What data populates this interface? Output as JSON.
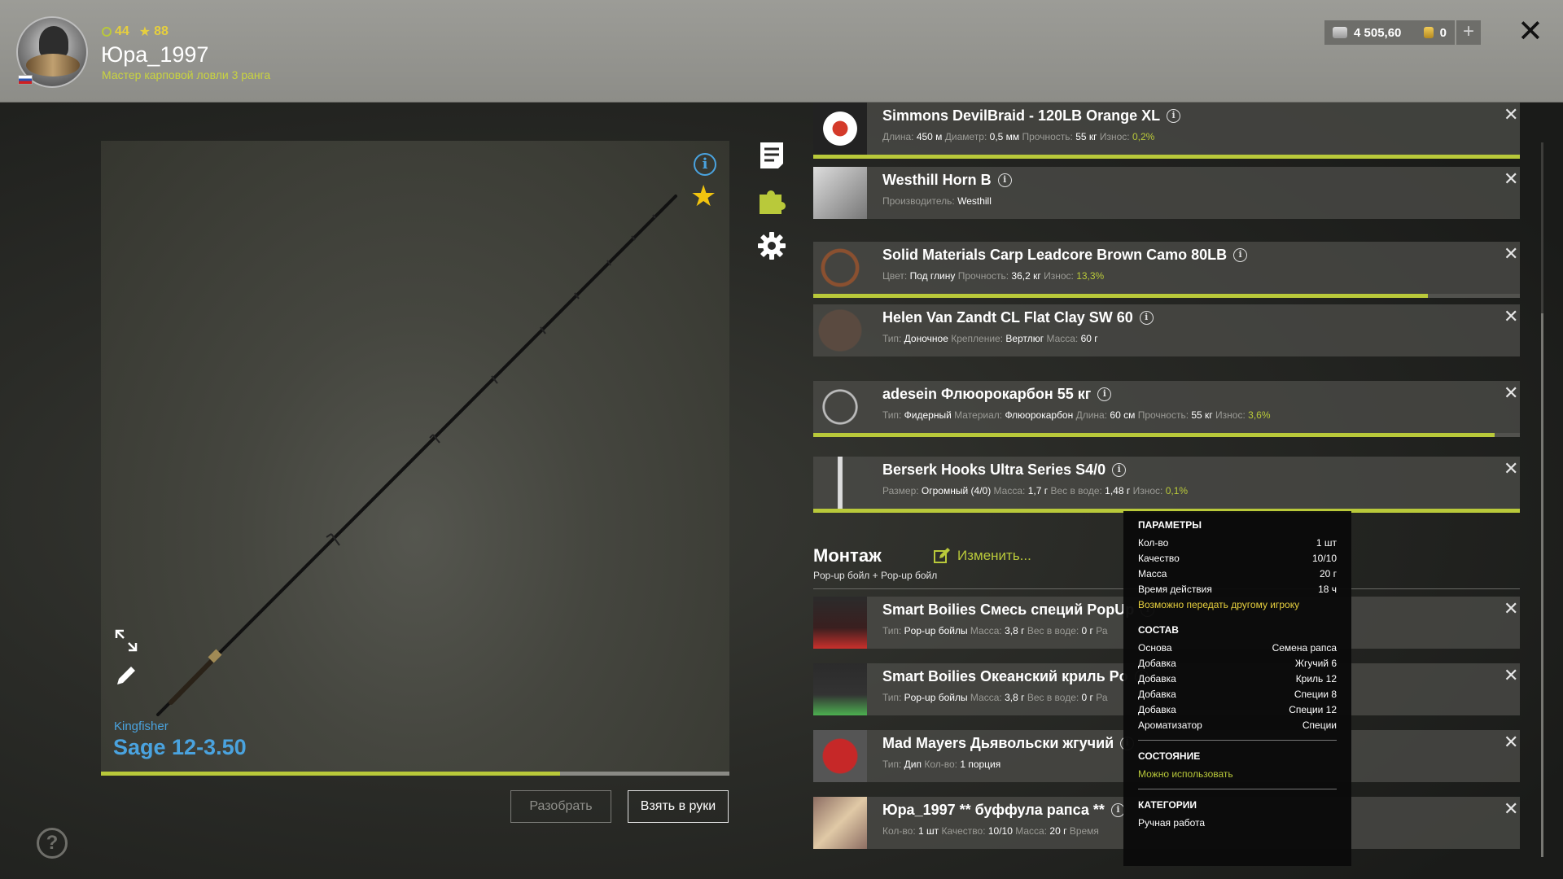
{
  "player": {
    "level": "44",
    "rank_level": "88",
    "name": "Юра_1997",
    "title": "Мастер карповой ловли 3 ранга"
  },
  "currency": {
    "silver": "4 505,60",
    "gold": "0",
    "plus": "+"
  },
  "rod": {
    "brand": "Kingfisher",
    "name": "Sage 12-3.50",
    "wear_fraction": 0.73
  },
  "buttons": {
    "disassemble": "Разобрать",
    "take": "Взять в руки"
  },
  "equipment": [
    {
      "name": "Simmons DevilBraid - 120LB Orange XL",
      "props": [
        {
          "k": "Длина:",
          "v": "450 м"
        },
        {
          "k": "Диаметр:",
          "v": "0,5 мм"
        },
        {
          "k": "Прочность:",
          "v": "55 кг"
        },
        {
          "k": "Износ:",
          "v": "0,2%",
          "green": true
        }
      ],
      "bar": 1.0
    },
    {
      "name": "Westhill Horn B",
      "props": [
        {
          "k": "Производитель:",
          "v": "Westhill"
        }
      ]
    },
    {
      "name": "Solid Materials Carp Leadcore Brown Camo 80LB",
      "props": [
        {
          "k": "Цвет:",
          "v": "Под глину"
        },
        {
          "k": "Прочность:",
          "v": "36,2 кг"
        },
        {
          "k": "Износ:",
          "v": "13,3%",
          "green": true
        }
      ],
      "bar": 0.87
    },
    {
      "name": "Helen Van Zandt CL Flat Clay SW 60",
      "props": [
        {
          "k": "Тип:",
          "v": "Доночное"
        },
        {
          "k": "Крепление:",
          "v": "Вертлюг"
        },
        {
          "k": "Масса:",
          "v": "60 г"
        }
      ]
    },
    {
      "name": "adesein Флюорокарбон 55 кг",
      "props": [
        {
          "k": "Тип:",
          "v": "Фидерный"
        },
        {
          "k": "Материал:",
          "v": "Флюорокарбон"
        },
        {
          "k": "Длина:",
          "v": "60 см"
        },
        {
          "k": "Прочность:",
          "v": "55 кг"
        },
        {
          "k": "Износ:",
          "v": "3,6%",
          "green": true
        }
      ],
      "bar": 0.964
    },
    {
      "name": "Berserk Hooks Ultra Series S4/0",
      "props": [
        {
          "k": "Размер:",
          "v": "Огромный (4/0)"
        },
        {
          "k": "Масса:",
          "v": "1,7 г"
        },
        {
          "k": "Вес в воде:",
          "v": "1,48 г"
        },
        {
          "k": "Износ:",
          "v": "0,1%",
          "green": true
        }
      ],
      "bar": 1.0
    }
  ],
  "montage": {
    "title": "Монтаж",
    "edit": "Изменить...",
    "subtitle": "Pop-up бойл + Pop-up бойл"
  },
  "baits": [
    {
      "name": "Smart Boilies Смесь специй PopUp",
      "props": [
        {
          "k": "Тип:",
          "v": "Pop-up бойлы"
        },
        {
          "k": "Масса:",
          "v": "3,8 г"
        },
        {
          "k": "Вес в воде:",
          "v": "0 г"
        }
      ],
      "tail": "Ра"
    },
    {
      "name": "Smart Boilies Океанский криль Po",
      "props": [
        {
          "k": "Тип:",
          "v": "Pop-up бойлы"
        },
        {
          "k": "Масса:",
          "v": "3,8 г"
        },
        {
          "k": "Вес в воде:",
          "v": "0 г"
        }
      ],
      "tail": "Ра"
    },
    {
      "name": "Mad Mayers Дьявольски жгучий",
      "props": [
        {
          "k": "Тип:",
          "v": "Дип"
        },
        {
          "k": "Кол-во:",
          "v": "1 порция"
        }
      ],
      "tail": ""
    },
    {
      "name": "Юра_1997 ** буффула рапса **",
      "props": [
        {
          "k": "Кол-во:",
          "v": "1 шт"
        },
        {
          "k": "Качество:",
          "v": "10/10"
        },
        {
          "k": "Масса:",
          "v": "20 г"
        }
      ],
      "tail": "Время"
    }
  ],
  "tooltip": {
    "params_title": "ПАРАМЕТРЫ",
    "params": [
      {
        "k": "Кол-во",
        "v": "1 шт"
      },
      {
        "k": "Качество",
        "v": "10/10"
      },
      {
        "k": "Масса",
        "v": "20 г"
      },
      {
        "k": "Время действия",
        "v": "18 ч"
      }
    ],
    "transfer_note": "Возможно передать другому игроку",
    "composition_title": "СОСТАВ",
    "composition": [
      {
        "k": "Основа",
        "v": "Семена рапса"
      },
      {
        "k": "Добавка",
        "v": "Жгучий 6"
      },
      {
        "k": "Добавка",
        "v": "Криль 12"
      },
      {
        "k": "Добавка",
        "v": "Специи 8"
      },
      {
        "k": "Добавка",
        "v": "Специи 12"
      },
      {
        "k": "Ароматизатор",
        "v": "Специи"
      }
    ],
    "state_title": "СОСТОЯНИЕ",
    "state_value": "Можно использовать",
    "categories_title": "КАТЕГОРИИ",
    "categories_value": "Ручная работа"
  },
  "colors": {
    "accent_green": "#b9c93a",
    "accent_blue": "#4aa3df",
    "gold": "#e6cf3e"
  }
}
